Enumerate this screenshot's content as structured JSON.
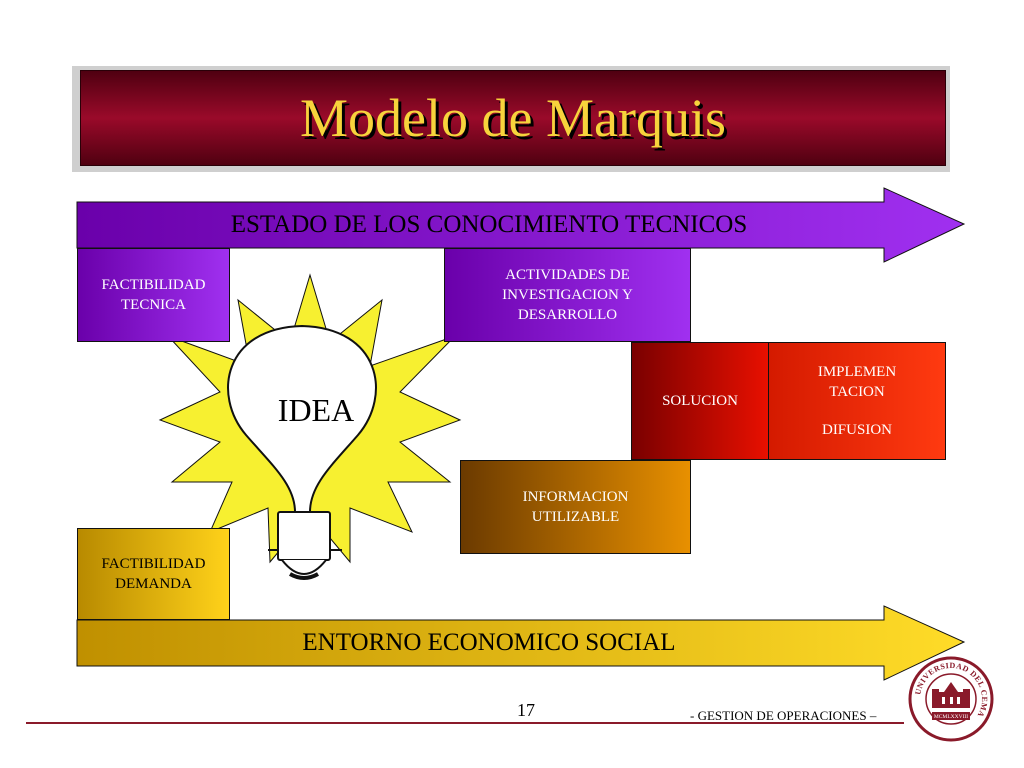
{
  "title": "Modelo de Marquis",
  "arrows": {
    "top_label": "ESTADO DE LOS CONOCIMIENTO TECNICOS",
    "bottom_label": "ENTORNO ECONOMICO SOCIAL"
  },
  "boxes": {
    "factibilidad_tecnica": [
      "FACTIBILIDAD",
      "TECNICA"
    ],
    "actividades": [
      "ACTIVIDADES DE",
      "INVESTIGACION Y",
      "DESARROLLO"
    ],
    "solucion": "SOLUCION",
    "implementacion": [
      "IMPLEMEN",
      "TACION"
    ],
    "difusion": "DIFUSION",
    "informacion": [
      "INFORMACION",
      "UTILIZABLE"
    ],
    "factibilidad_demanda": [
      "FACTIBILIDAD",
      "DEMANDA"
    ]
  },
  "idea": "IDEA",
  "footer": {
    "page_number": "17",
    "text": "- GESTION DE OPERACIONES –"
  },
  "seal": {
    "ring_text": "UNIVERSIDAD DEL CEMA",
    "year_text": "MCMLXXVIII"
  },
  "colors": {
    "title_bg": "#9a0a2a",
    "title_text": "#f7d33c",
    "purple": "#9020e0",
    "gold": "#ffd21a",
    "red": "#e81000",
    "orange": "#e89000",
    "burst": "#f7f030",
    "seal": "#8a1a2a"
  }
}
